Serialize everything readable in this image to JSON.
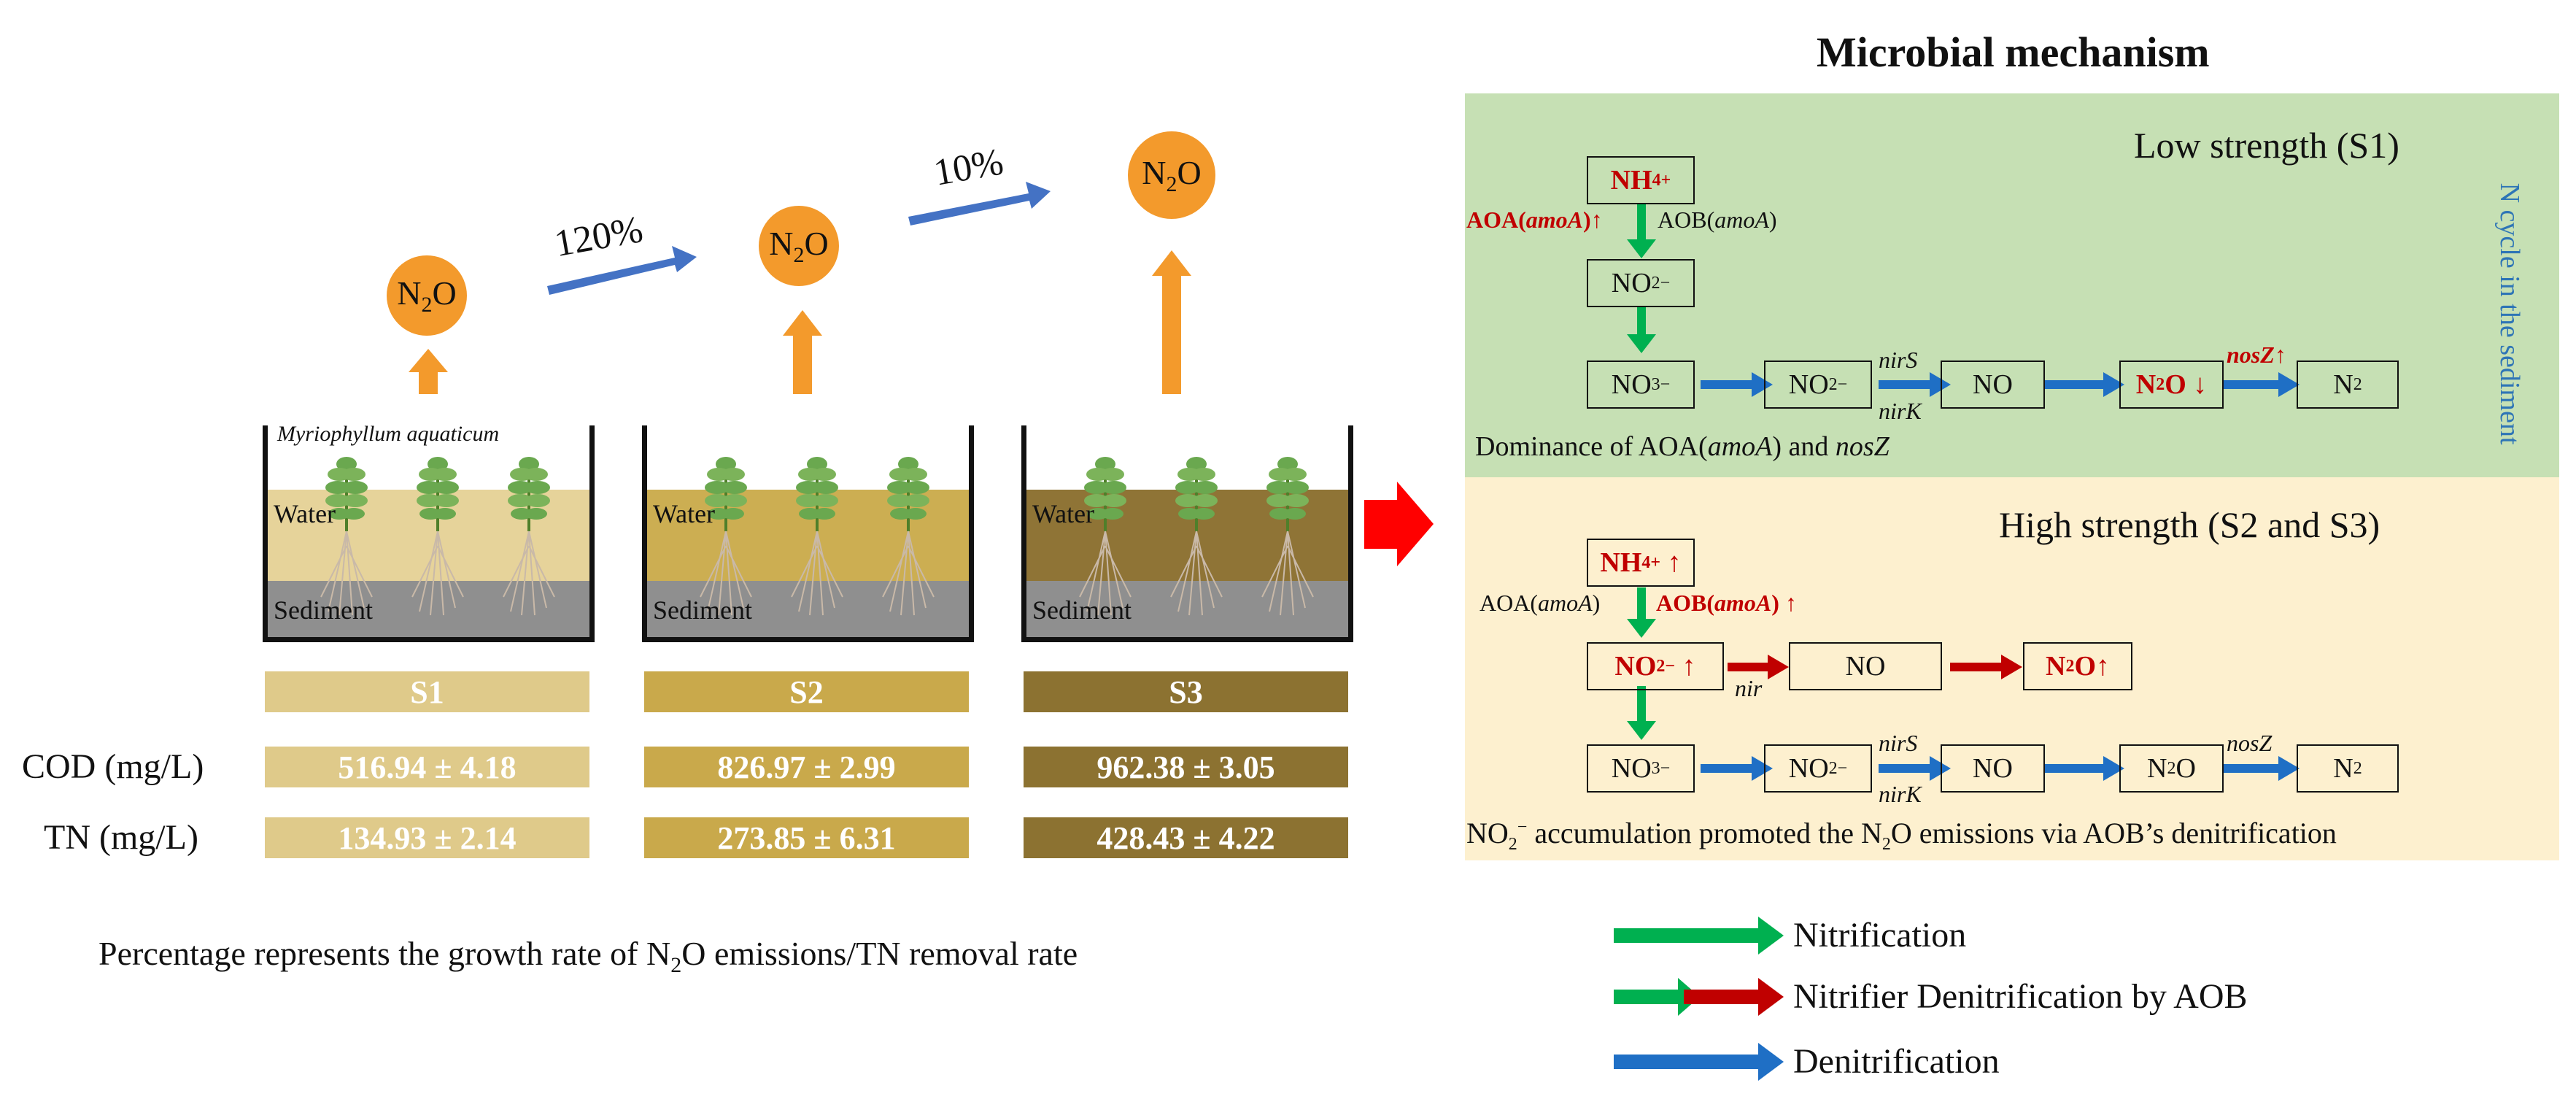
{
  "n2o": {
    "label": "N",
    "sub": "2",
    "tail": "O"
  },
  "growth": {
    "g1": "120%",
    "g2": "10%"
  },
  "tanks": {
    "species": "Myriophyllum aquaticum",
    "water": "Water",
    "sediment": "Sediment"
  },
  "stages": [
    "S1",
    "S2",
    "S3"
  ],
  "cod": {
    "label": "COD (mg/L)",
    "values": [
      "516.94 ± 4.18",
      "826.97 ± 2.99",
      "962.38 ± 3.05"
    ]
  },
  "tn": {
    "label": "TN (mg/L)",
    "values": [
      "134.93 ± 2.14",
      "273.85 ± 6.31",
      "428.43 ± 4.22"
    ]
  },
  "caption": {
    "a": "Percentage represents the growth rate of N",
    "sub": "2",
    "b": "O emissions/TN removal rate"
  },
  "mechanism": {
    "title": "Microbial mechanism",
    "side_label": "N cycle in the sediment",
    "low": {
      "title": "Low strength (S1)",
      "nh4": "NH",
      "aoa": "AOA(",
      "aoa_gene": "amoA",
      "aoa_tail": ")↑",
      "aob": "AOB(",
      "aob_gene": "amoA",
      "aob_tail": ")",
      "no2": "NO",
      "no3": "NO",
      "no": "NO",
      "n2o": "O ↓",
      "n2": "N",
      "nirS": "nirS",
      "nirK": "nirK",
      "nosZ": "nosZ",
      "nosZ_tail": "↑",
      "dominance_a": "Dominance of AOA(",
      "dominance_gene": "amoA",
      "dominance_b": ") and ",
      "dominance_gene2": "nosZ"
    },
    "high": {
      "title": "High strength (S2 and S3)",
      "nh4_up": "↑",
      "aoa": "AOA(",
      "aoa_gene": "amoA",
      "aoa_tail": ")",
      "aob": "AOB(",
      "aob_gene": "amoA",
      "aob_tail": ") ↑",
      "no2_up": "↑",
      "nir": "nir",
      "no": "NO",
      "n2o_up": "O↑",
      "nirS": "nirS",
      "nirK": "nirK",
      "nosZ": "nosZ",
      "note_a": "NO",
      "note_b": " accumulation promoted the N",
      "note_c": "O emissions via AOB’s denitrification"
    }
  },
  "legend": {
    "nitrification": "Nitrification",
    "nitrifier_denitrification": "Nitrifier Denitrification by AOB",
    "denitrification": "Denitrification"
  },
  "colors": {
    "green": "#00b050",
    "blue": "#1f6fc5",
    "red": "#c00000",
    "orange": "#f39a2c",
    "panel_low": "#c6e0b4",
    "panel_high": "#fdf0cf",
    "s1": "#dfca8a",
    "s2": "#c9a94b",
    "s3": "#8c7231"
  }
}
